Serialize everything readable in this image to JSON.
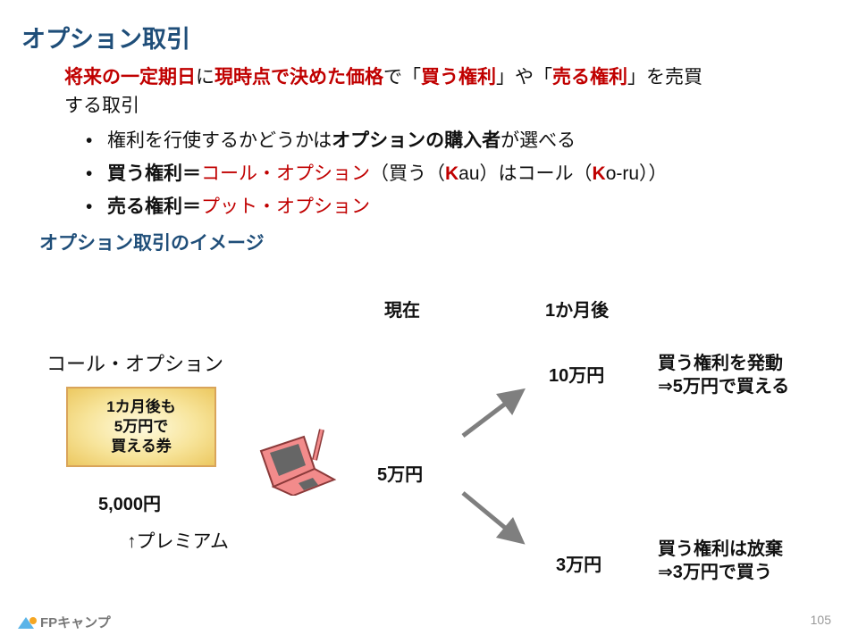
{
  "title": "オプション取引",
  "definition": {
    "line1": [
      {
        "text": "将来の一定期日",
        "style": "red b"
      },
      {
        "text": "に",
        "style": ""
      },
      {
        "text": "現時点で決めた価格",
        "style": "red b"
      },
      {
        "text": "で「",
        "style": ""
      },
      {
        "text": "買う権利",
        "style": "red b"
      },
      {
        "text": "」や「",
        "style": ""
      },
      {
        "text": "売る権利",
        "style": "red b"
      },
      {
        "text": "」を売買",
        "style": ""
      }
    ],
    "line2": "する取引"
  },
  "bullets": [
    [
      {
        "text": "権利を行使するかどうかは",
        "style": ""
      },
      {
        "text": "オプションの購入者",
        "style": "b"
      },
      {
        "text": "が選べる",
        "style": ""
      }
    ],
    [
      {
        "text": "買う権利＝",
        "style": "b"
      },
      {
        "text": "コール・オプション",
        "style": "red"
      },
      {
        "text": "（買う（",
        "style": ""
      },
      {
        "text": "K",
        "style": "red b"
      },
      {
        "text": "au）はコール（",
        "style": ""
      },
      {
        "text": "K",
        "style": "red b"
      },
      {
        "text": "o-ru））",
        "style": ""
      }
    ],
    [
      {
        "text": "売る権利＝",
        "style": "b"
      },
      {
        "text": "プット・オプション",
        "style": "red"
      }
    ]
  ],
  "subtitle": "オプション取引のイメージ",
  "diagram": {
    "now_label": "現在",
    "later_label": "1か月後",
    "call_option_label": "コール・オプション",
    "ticket_lines": [
      "1カ月後も",
      "5万円で",
      "買える券"
    ],
    "premium_price": "5,000円",
    "premium_label": "↑プレミアム",
    "current_price": "5万円",
    "up_price": "10万円",
    "up_result": [
      "買う権利を発動",
      "⇒5万円で買える"
    ],
    "down_price": "3万円",
    "down_result": [
      "買う権利は放棄",
      "⇒3万円で買う"
    ]
  },
  "footer": {
    "logo": "FPキャンプ",
    "page": "105"
  },
  "colors": {
    "title": "#1f4e79",
    "accent": "#c00000"
  }
}
